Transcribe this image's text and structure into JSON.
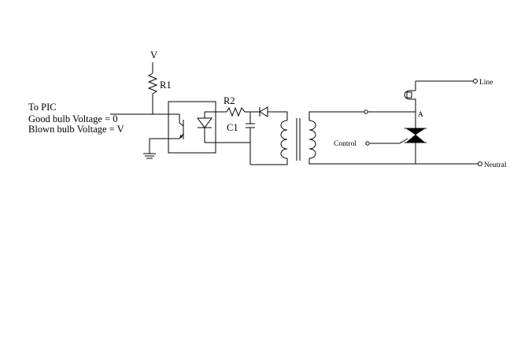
{
  "supply_label": "V",
  "resistors": {
    "r1": "R1",
    "r2": "R2"
  },
  "capacitor": "C1",
  "pic_note": {
    "line1": "To PIC",
    "line2": "Good bulb  Voltage = 0",
    "line3": "Blown bulb  Voltage = V"
  },
  "terminals": {
    "line": "Line",
    "neutral": "Neutral",
    "control": "Control",
    "node_a": "A"
  }
}
